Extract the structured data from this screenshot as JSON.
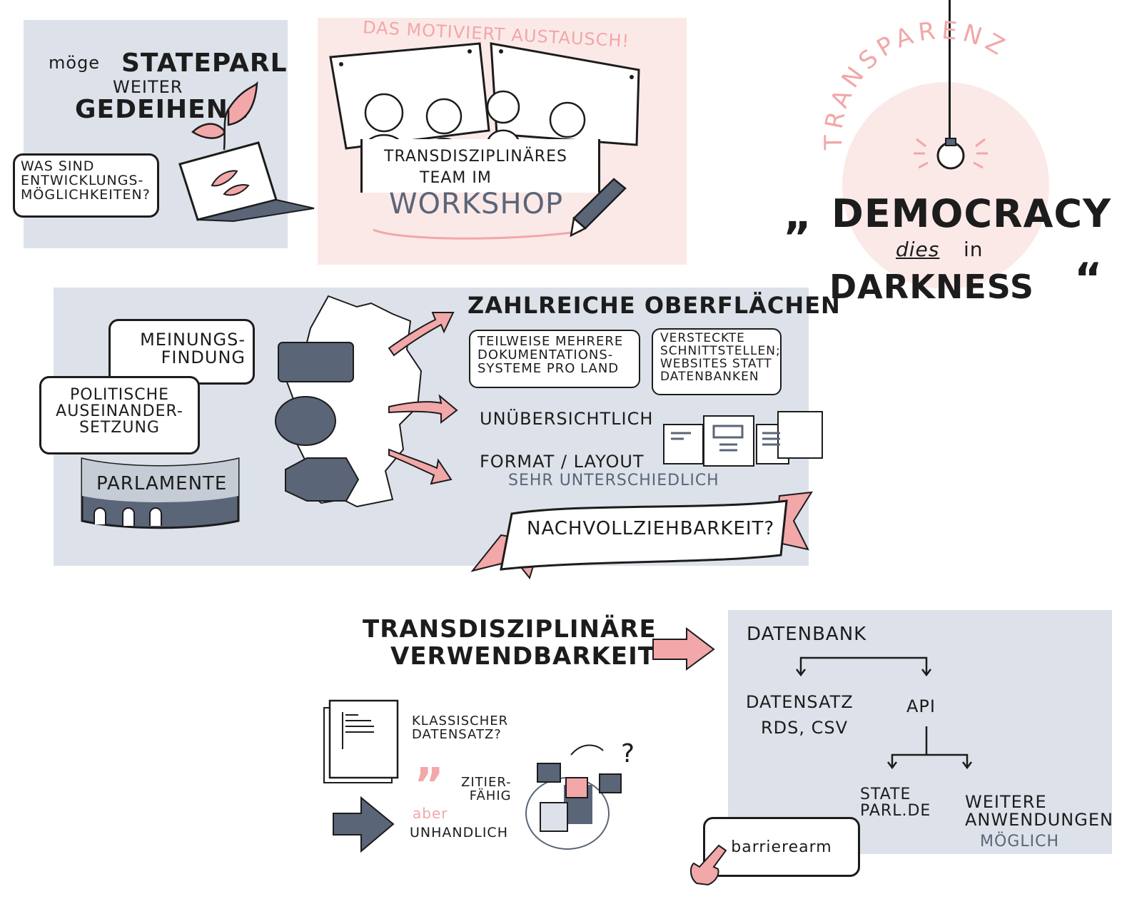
{
  "top_left": {
    "wish_pre": "möge",
    "wish_name": "STATEPARL",
    "wish_line2": "weiter",
    "wish_line3": "gedeihen !",
    "question": "Was sind\nEntwicklungs-\nmöglichkeiten?"
  },
  "workshop": {
    "motto": "Das motiviert Austausch!",
    "title_line1": "Transdisziplinäres",
    "title_line2": "Team im",
    "title_line3": "Workshop"
  },
  "quote": {
    "arc_text": "TRANSPARENZ",
    "line1": "Democracy",
    "line2a": "dies",
    "line2b": "in",
    "line3": "Darkness",
    "open_quote": "„",
    "close_quote": "“"
  },
  "middle": {
    "bubble1": "Meinungs-\nfindung",
    "bubble2": "Politische\nAuseinander-\nsetzung",
    "parliament": "Parlamente",
    "heading": "Zahlreiche Oberflächen",
    "box1": "Teilweise mehrere\nDokumentations-\nsysteme pro Land",
    "box2": "Versteckte\nSchnittstellen;\nWebsites statt\nDatenbanken",
    "point2": "Unübersichtlich",
    "point3a": "Format / Layout",
    "point3b": "sehr unterschiedlich",
    "banner": "Nachvollziehbarkeit?"
  },
  "bottom": {
    "heading_line1": "Transdisziplinäre",
    "heading_line2": "Verwendbarkeit",
    "doc_label": "Klassischer\nDatensatz?",
    "citable": "Zitier-\nfähig",
    "but": "aber",
    "unwieldy": "unhandlich",
    "db": {
      "title": "Datenbank",
      "left": "Datensatz",
      "left_sub": "RDS, CSV",
      "right": "API",
      "leaf1": "State\nparl.de",
      "leaf2": "Weitere\nAnwendungen",
      "leaf2_sub": "möglich",
      "callout": "barrierearm"
    }
  },
  "colors": {
    "blue_panel": "#dde2ea",
    "pink_panel": "#fbe9e8",
    "accent_pink": "#f2a7a8",
    "slate": "#5b6578",
    "ink": "#1c1c1c"
  }
}
